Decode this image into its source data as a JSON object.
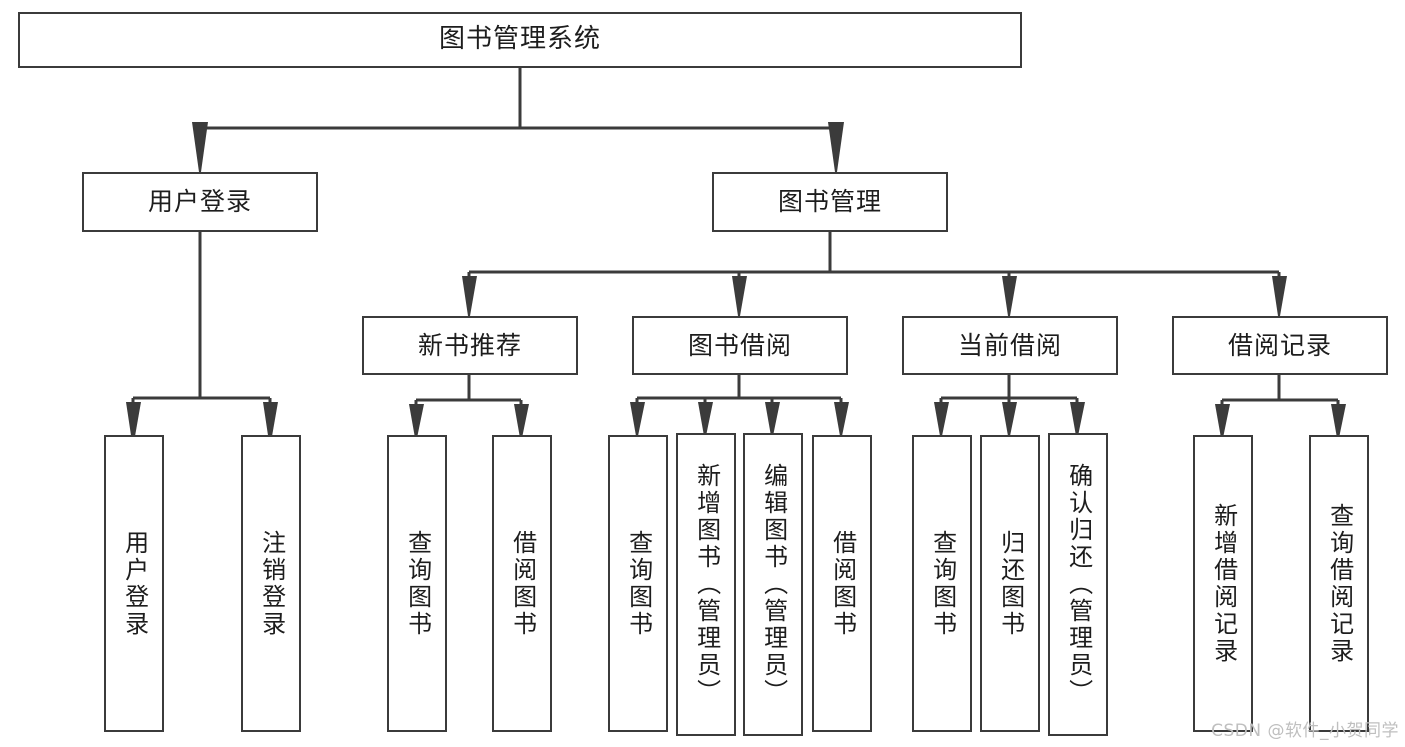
{
  "diagram": {
    "title": "图书管理系统",
    "type": "tree-hierarchy-chart",
    "stroke_color": "#3b3b3b",
    "fill_color": "#ffffff",
    "background_color": "#ffffff"
  },
  "nodes": {
    "root": {
      "label": "图书管理系统"
    },
    "level2": [
      {
        "label": "用户登录"
      },
      {
        "label": "图书管理"
      }
    ],
    "level3": [
      {
        "label": "新书推荐"
      },
      {
        "label": "图书借阅"
      },
      {
        "label": "当前借阅"
      },
      {
        "label": "借阅记录"
      }
    ],
    "leaves_user_login": [
      {
        "label": "用户登录"
      },
      {
        "label": "注销登录"
      }
    ],
    "leaves_new_book": [
      {
        "label": "查询图书"
      },
      {
        "label": "借阅图书"
      }
    ],
    "leaves_borrow": [
      {
        "label": "查询图书"
      },
      {
        "label": "新增图书（管理员）"
      },
      {
        "label": "编辑图书（管理员）"
      },
      {
        "label": "借阅图书"
      }
    ],
    "leaves_current": [
      {
        "label": "查询图书"
      },
      {
        "label": "归还图书"
      },
      {
        "label": "确认归还（管理员）"
      }
    ],
    "leaves_record": [
      {
        "label": "新增借阅记录"
      },
      {
        "label": "查询借阅记录"
      }
    ]
  },
  "watermark": {
    "text": "CSDN @软件_小贺同学"
  }
}
